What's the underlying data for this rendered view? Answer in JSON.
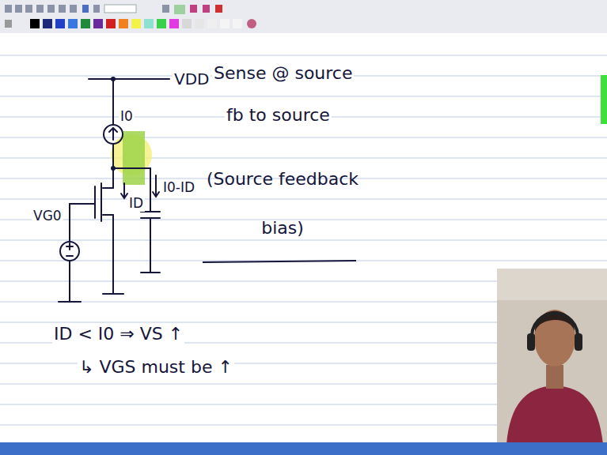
{
  "diagram": {
    "labels": [
      "VDD",
      "I0",
      "ID",
      "I0-ID",
      "VG0",
      "Sense @ source",
      "fb to source",
      "(Source feedback bias)",
      "ID < I0 ⇒ VS ↑",
      "↳ VGS must be ↑"
    ]
  }
}
